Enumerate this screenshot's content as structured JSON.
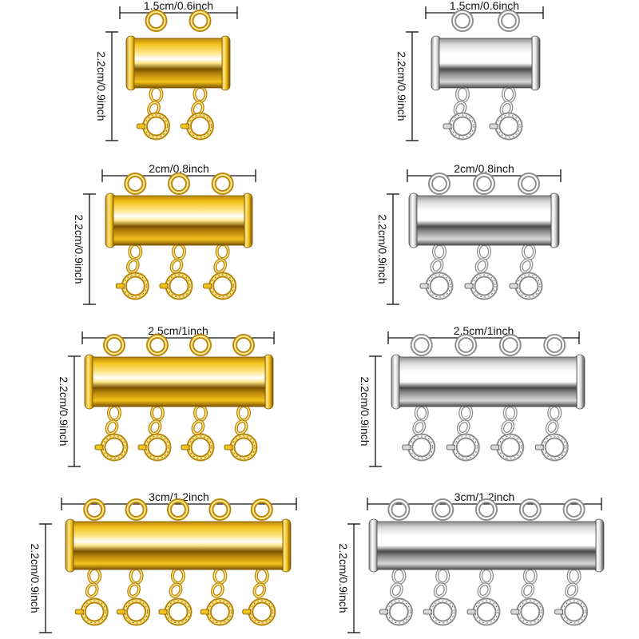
{
  "colors": {
    "gold_light": "#ffe78a",
    "gold_mid": "#f2c21b",
    "gold_dark": "#b8860b",
    "gold_deep": "#7a5200",
    "silver_light": "#ffffff",
    "silver_mid": "#d9d9d9",
    "silver_dark": "#8c8c8c",
    "silver_deep": "#4a4a4a",
    "line": "#111111"
  },
  "height_label": "2.2cm/0.9inch",
  "items": [
    {
      "finish": "gold",
      "strands": 2,
      "width_label": "1.5cm/0.6inch"
    },
    {
      "finish": "silver",
      "strands": 2,
      "width_label": "1.5cm/0.6inch"
    },
    {
      "finish": "gold",
      "strands": 3,
      "width_label": "2cm/0.8inch"
    },
    {
      "finish": "silver",
      "strands": 3,
      "width_label": "2cm/0.8inch"
    },
    {
      "finish": "gold",
      "strands": 4,
      "width_label": "2.5cm/1inch"
    },
    {
      "finish": "silver",
      "strands": 4,
      "width_label": "2.5cm/1inch"
    },
    {
      "finish": "gold",
      "strands": 5,
      "width_label": "3cm/1.2inch"
    },
    {
      "finish": "silver",
      "strands": 5,
      "width_label": "3cm/1.2inch"
    }
  ]
}
